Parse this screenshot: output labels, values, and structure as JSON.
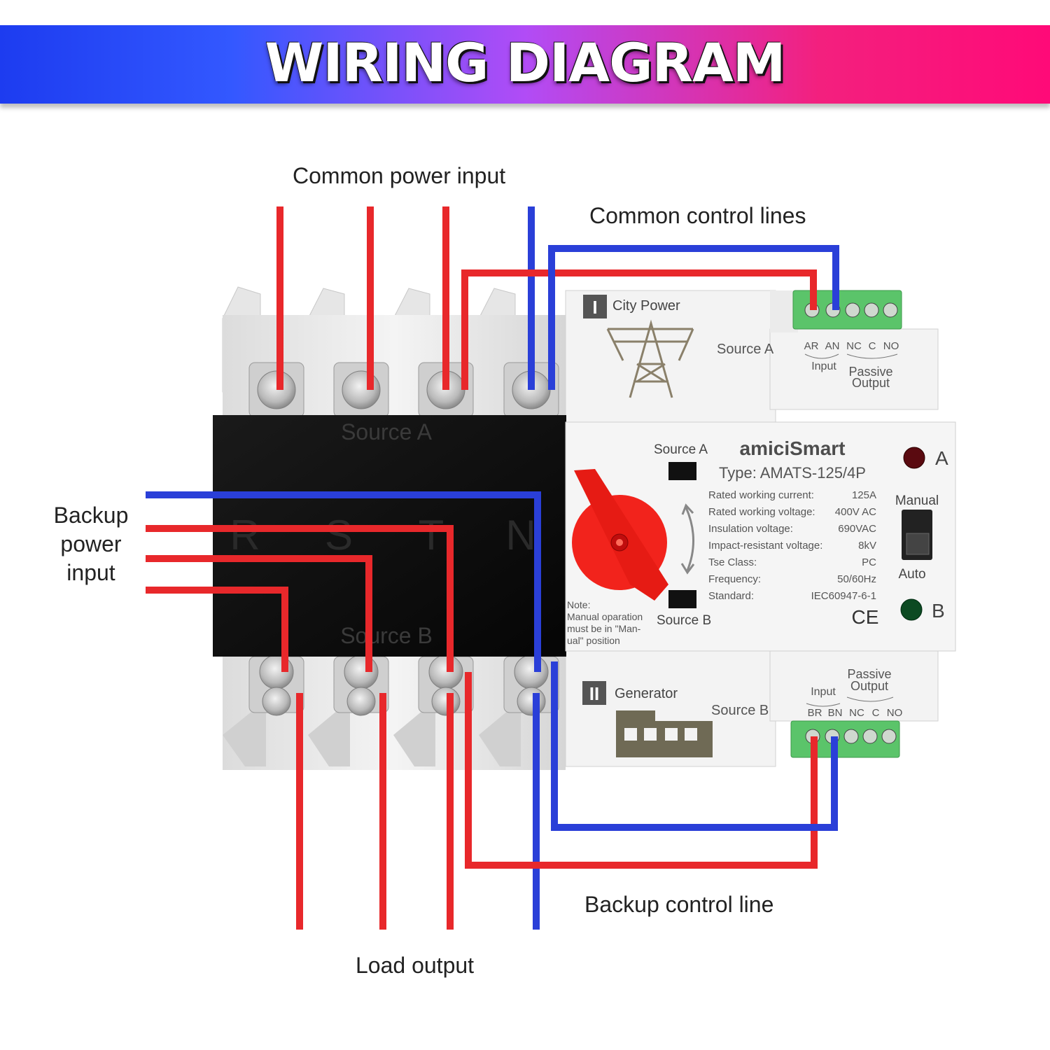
{
  "banner": {
    "title": "WIRING DIAGRAM"
  },
  "callouts": {
    "common_power_input": "Common power input",
    "common_control_lines": "Common control lines",
    "backup_power_input": [
      "Backup",
      "power",
      "input"
    ],
    "backup_control_line": "Backup control line",
    "load_output": "Load output"
  },
  "device": {
    "brand": "amiciSmart",
    "type": "Type: AMATS-125/4P",
    "top_module": {
      "numeral": "I",
      "name": "City Power",
      "source": "Source A",
      "terminals": [
        "AR",
        "AN",
        "NC",
        "C",
        "NO"
      ],
      "input_label": "Input",
      "output_label": [
        "Passive",
        "Output"
      ]
    },
    "bottom_module": {
      "numeral": "II",
      "name": "Generator",
      "source": "Source B",
      "terminals": [
        "BR",
        "BN",
        "NC",
        "C",
        "NO"
      ],
      "input_label": "Input",
      "output_label": [
        "Passive",
        "Output"
      ]
    },
    "black_panel": {
      "source_a": "Source A",
      "source_b": "Source B",
      "phases": [
        "R",
        "S",
        "T",
        "N"
      ]
    },
    "front_panel": {
      "source_a": "Source A",
      "source_b": "Source B",
      "indicator_a": "A",
      "indicator_b": "B",
      "manual": "Manual",
      "auto": "Auto",
      "note": [
        "Note:",
        "Manual oparation",
        "must be in \"Man-",
        "ual\" position"
      ],
      "ce_mark": "CE",
      "specs": [
        {
          "label": "Rated working current:",
          "value": "125A"
        },
        {
          "label": "Rated working voltage:",
          "value": "400V AC"
        },
        {
          "label": "Insulation voltage:",
          "value": "690VAC"
        },
        {
          "label": "Impact-resistant voltage:",
          "value": "8kV"
        },
        {
          "label": "Tse Class:",
          "value": "PC"
        },
        {
          "label": "Frequency:",
          "value": "50/60Hz"
        },
        {
          "label": "Standard:",
          "value": "IEC60947-6-1"
        }
      ]
    }
  },
  "colors": {
    "live_wire": "#e8282b",
    "neutral_wire": "#2a3fd8",
    "terminal_block": "#5bc46a",
    "handle": "#f2231c",
    "led_a": "#5a0a10",
    "led_b": "#0c4a22"
  }
}
